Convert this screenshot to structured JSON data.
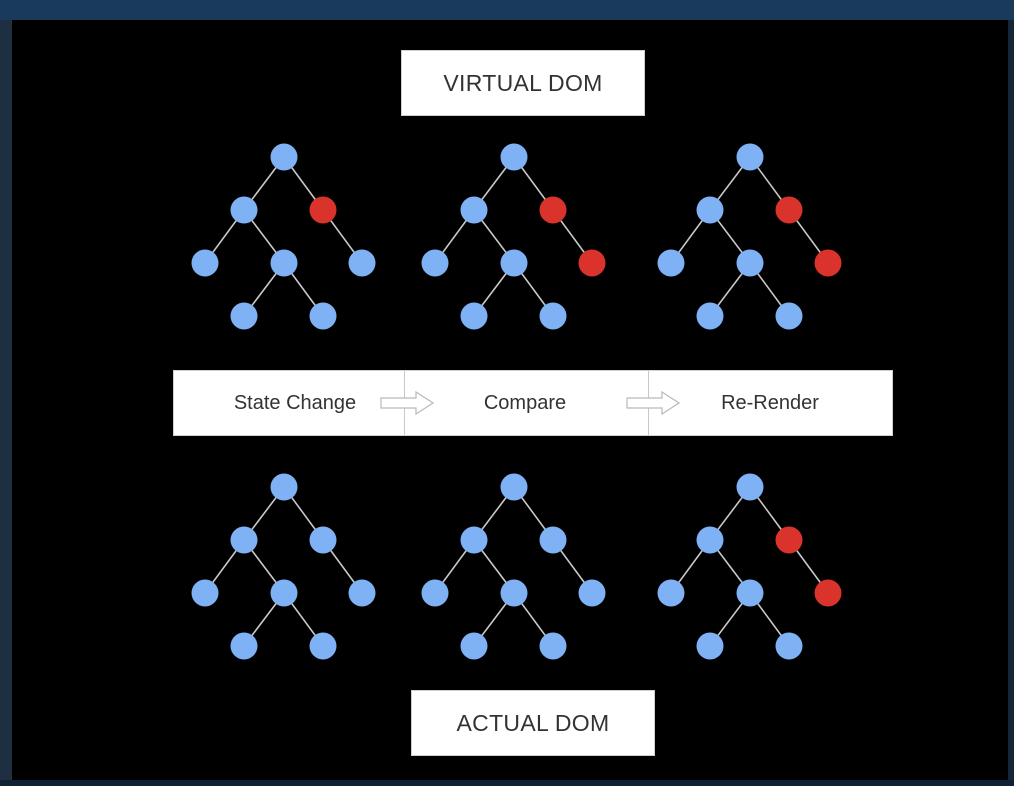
{
  "labels": {
    "virtual_dom": "VIRTUAL DOM",
    "actual_dom": "ACTUAL DOM"
  },
  "steps": [
    {
      "label": "State Change"
    },
    {
      "label": "Compare"
    },
    {
      "label": "Re-Render"
    }
  ],
  "colors": {
    "node": "#7fb2f5",
    "changed_node": "#d9332b",
    "edge": "#c8c8c8",
    "slide_background": "#000000",
    "box_background": "#ffffff",
    "box_text": "#333333"
  },
  "trees": {
    "virtual": [
      {
        "stage": "State Change",
        "changed_nodes": [
          "right-child"
        ]
      },
      {
        "stage": "Compare",
        "changed_nodes": [
          "right-child",
          "right-leaf"
        ]
      },
      {
        "stage": "Re-Render",
        "changed_nodes": [
          "right-child",
          "right-leaf"
        ]
      }
    ],
    "actual": [
      {
        "stage": "State Change",
        "changed_nodes": []
      },
      {
        "stage": "Compare",
        "changed_nodes": []
      },
      {
        "stage": "Re-Render",
        "changed_nodes": [
          "right-child",
          "right-leaf"
        ]
      }
    ]
  }
}
